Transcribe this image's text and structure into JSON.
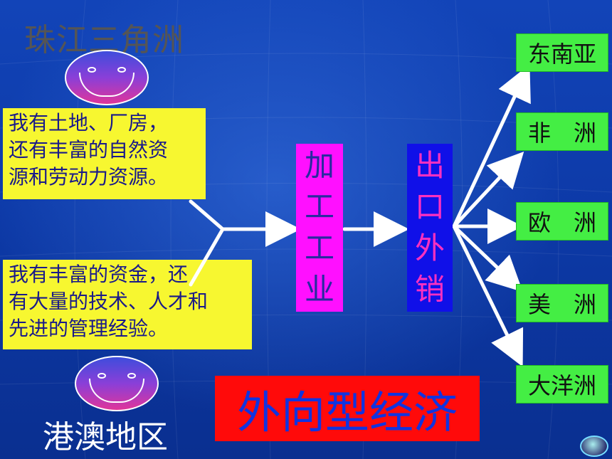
{
  "titles": {
    "region_top": "珠江三角洲",
    "region_bottom": "港澳地区"
  },
  "notes": {
    "top_lines": [
      "我有土地、厂房，",
      "还有丰富的自然资",
      "源和劳动力资源。"
    ],
    "bottom_lines": [
      "我有丰富的资金，还",
      "有大量的技术、人才和",
      "先进的管理经验。"
    ]
  },
  "process": {
    "industry": [
      "加",
      "工",
      "工",
      "业"
    ],
    "export": [
      "出",
      "口",
      "外",
      "销"
    ]
  },
  "destinations": [
    "东南亚",
    "非　洲",
    "欧　洲",
    "美　洲",
    "大洋洲"
  ],
  "banner": "外向型经济",
  "colors": {
    "background": "#0d3aa8",
    "note_bg": "#f7f730",
    "note_text": "#1a1a8a",
    "industry_bg": "#ff10ff",
    "industry_text": "#2a2aa0",
    "export_bg": "#1010e8",
    "export_text": "#ff30c0",
    "dest_bg": "#44ee44",
    "banner_bg": "#ff0a0a",
    "banner_text": "#1034e0"
  },
  "icons": [
    "smiley-face-icon",
    "arrow-icon",
    "navigation-button-icon"
  ]
}
